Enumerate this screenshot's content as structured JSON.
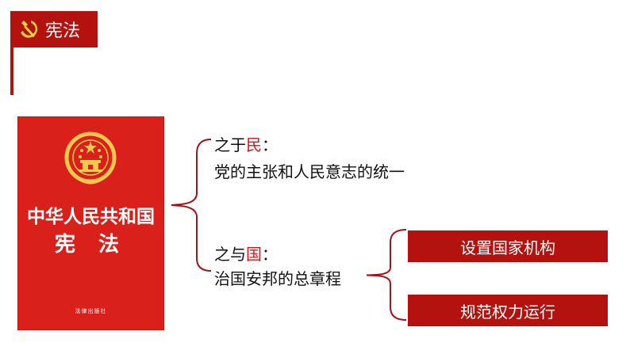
{
  "header": {
    "title": "宪法",
    "icon": "hammer-sickle-icon"
  },
  "book": {
    "title_line1": "中华人民共和国",
    "title_line2": "宪 法",
    "publisher": "法律出版社",
    "emblem": "national-emblem-icon",
    "color": "#d9201b"
  },
  "branches": {
    "people": {
      "prefix": "之于",
      "highlight": "民",
      "suffix": "：",
      "description": "党的主张和人民意志的统一"
    },
    "nation": {
      "prefix": "之与",
      "highlight": "国",
      "suffix": "：",
      "description": "治国安邦的总章程"
    }
  },
  "functions": [
    "设置国家机构",
    "规范权力运行"
  ],
  "colors": {
    "accent": "#b3120f",
    "highlight": "#d0161a"
  }
}
